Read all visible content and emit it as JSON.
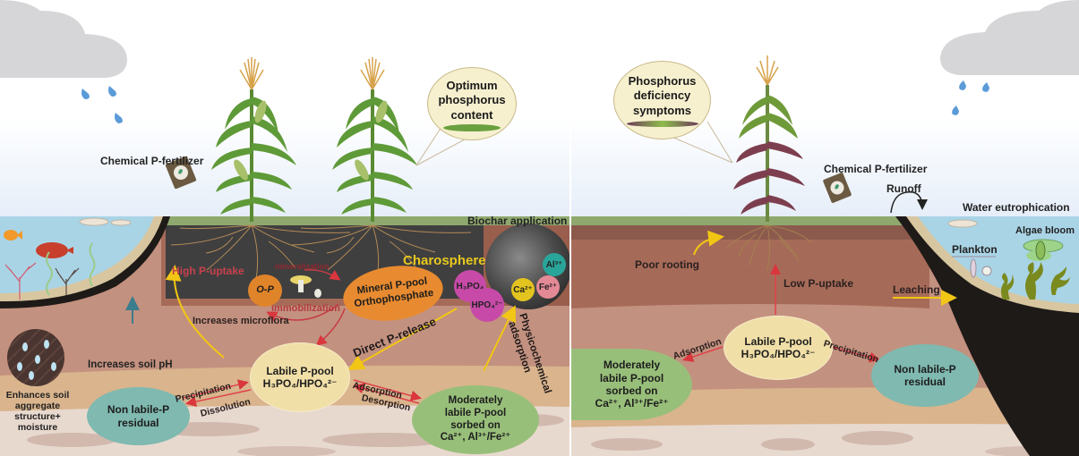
{
  "colors": {
    "sky_top": "#ffffff",
    "sky_bottom": "#e9f1fb",
    "grass": "#8fa86e",
    "dark_soil": "#3f3f40",
    "topsoil": "#a66b58",
    "midsoil": "#c3917f",
    "subsoil": "#d9b48d",
    "bedrock": "#e8d9cf",
    "water": "#a9d4e6",
    "labile_pool": "#f1dfa8",
    "moderate_pool": "#98bf7a",
    "nonlabile_pool": "#7fb9b0",
    "mineral_pool": "#e88b30",
    "op_pool": "#e0842a",
    "arrow_red": "#d9363e",
    "arrow_yellow": "#f2c614",
    "label_red": "#c7414c",
    "charosphere_yellow": "#e8c81e"
  },
  "left_panel": {
    "fertilizer_label": "Chemical P-fertilizer",
    "optimum_bubble": [
      "Optimum",
      "phosphorus",
      "content"
    ],
    "biochar_label": "Biochar application",
    "charosphere_label": "Charosphere",
    "high_uptake_label": "High P-uptake",
    "op_label": "O-P",
    "mineralization_label": "mineralization",
    "immobilization_label": "immobilization",
    "mineral_pool": [
      "Mineral P-pool",
      "Orthophosphate"
    ],
    "increases_microflora": "Increases microflora",
    "direct_release": "Direct P-release",
    "physicochemical": [
      "Physicochemical",
      "adsorption"
    ],
    "increases_ph": "Increases soil pH",
    "enhances_soil": [
      "Enhances soil",
      "aggregate",
      "structure+",
      "moisture"
    ],
    "labile_pool": [
      "Labile P-pool",
      "H₃PO₄/HPO₄²⁻"
    ],
    "nonlabile_pool": [
      "Non labile-P",
      "residual"
    ],
    "moderate_pool": [
      "Moderately",
      "labile P-pool",
      "sorbed on",
      "Ca²⁺, Al³⁺/Fe²⁺"
    ],
    "precipitation": "Precipitation",
    "dissolution": "Dissolution",
    "adsorption": "Adsorption",
    "desorption": "Desorption",
    "ions": {
      "h3po4": "H₃PO₄",
      "hpo4": "HPO₄²⁻",
      "ca": "Ca²⁺",
      "fe": "Fe²⁺",
      "al": "Al³⁺"
    }
  },
  "right_panel": {
    "deficiency_bubble": [
      "Phosphorus",
      "deficiency",
      "symptoms"
    ],
    "fertilizer_label": "Chemical P-fertilizer",
    "runoff_label": "Runoff",
    "eutrophication_label": "Water eutrophication",
    "algae_label": "Algae bloom",
    "plankton_label": "Plankton",
    "leaching_label": "Leaching",
    "poor_rooting_label": "Poor rooting",
    "low_uptake_label": "Low P-uptake",
    "labile_pool": [
      "Labile P-pool",
      "H₃PO₄/HPO₄²⁻"
    ],
    "moderate_pool": [
      "Moderately",
      "labile P-pool",
      "sorbed on",
      "Ca²⁺, Al³⁺/Fe²⁺"
    ],
    "nonlabile_pool": [
      "Non labile-P",
      "residual"
    ],
    "adsorption": "Adsorption",
    "precipitation": "Precipitation"
  }
}
